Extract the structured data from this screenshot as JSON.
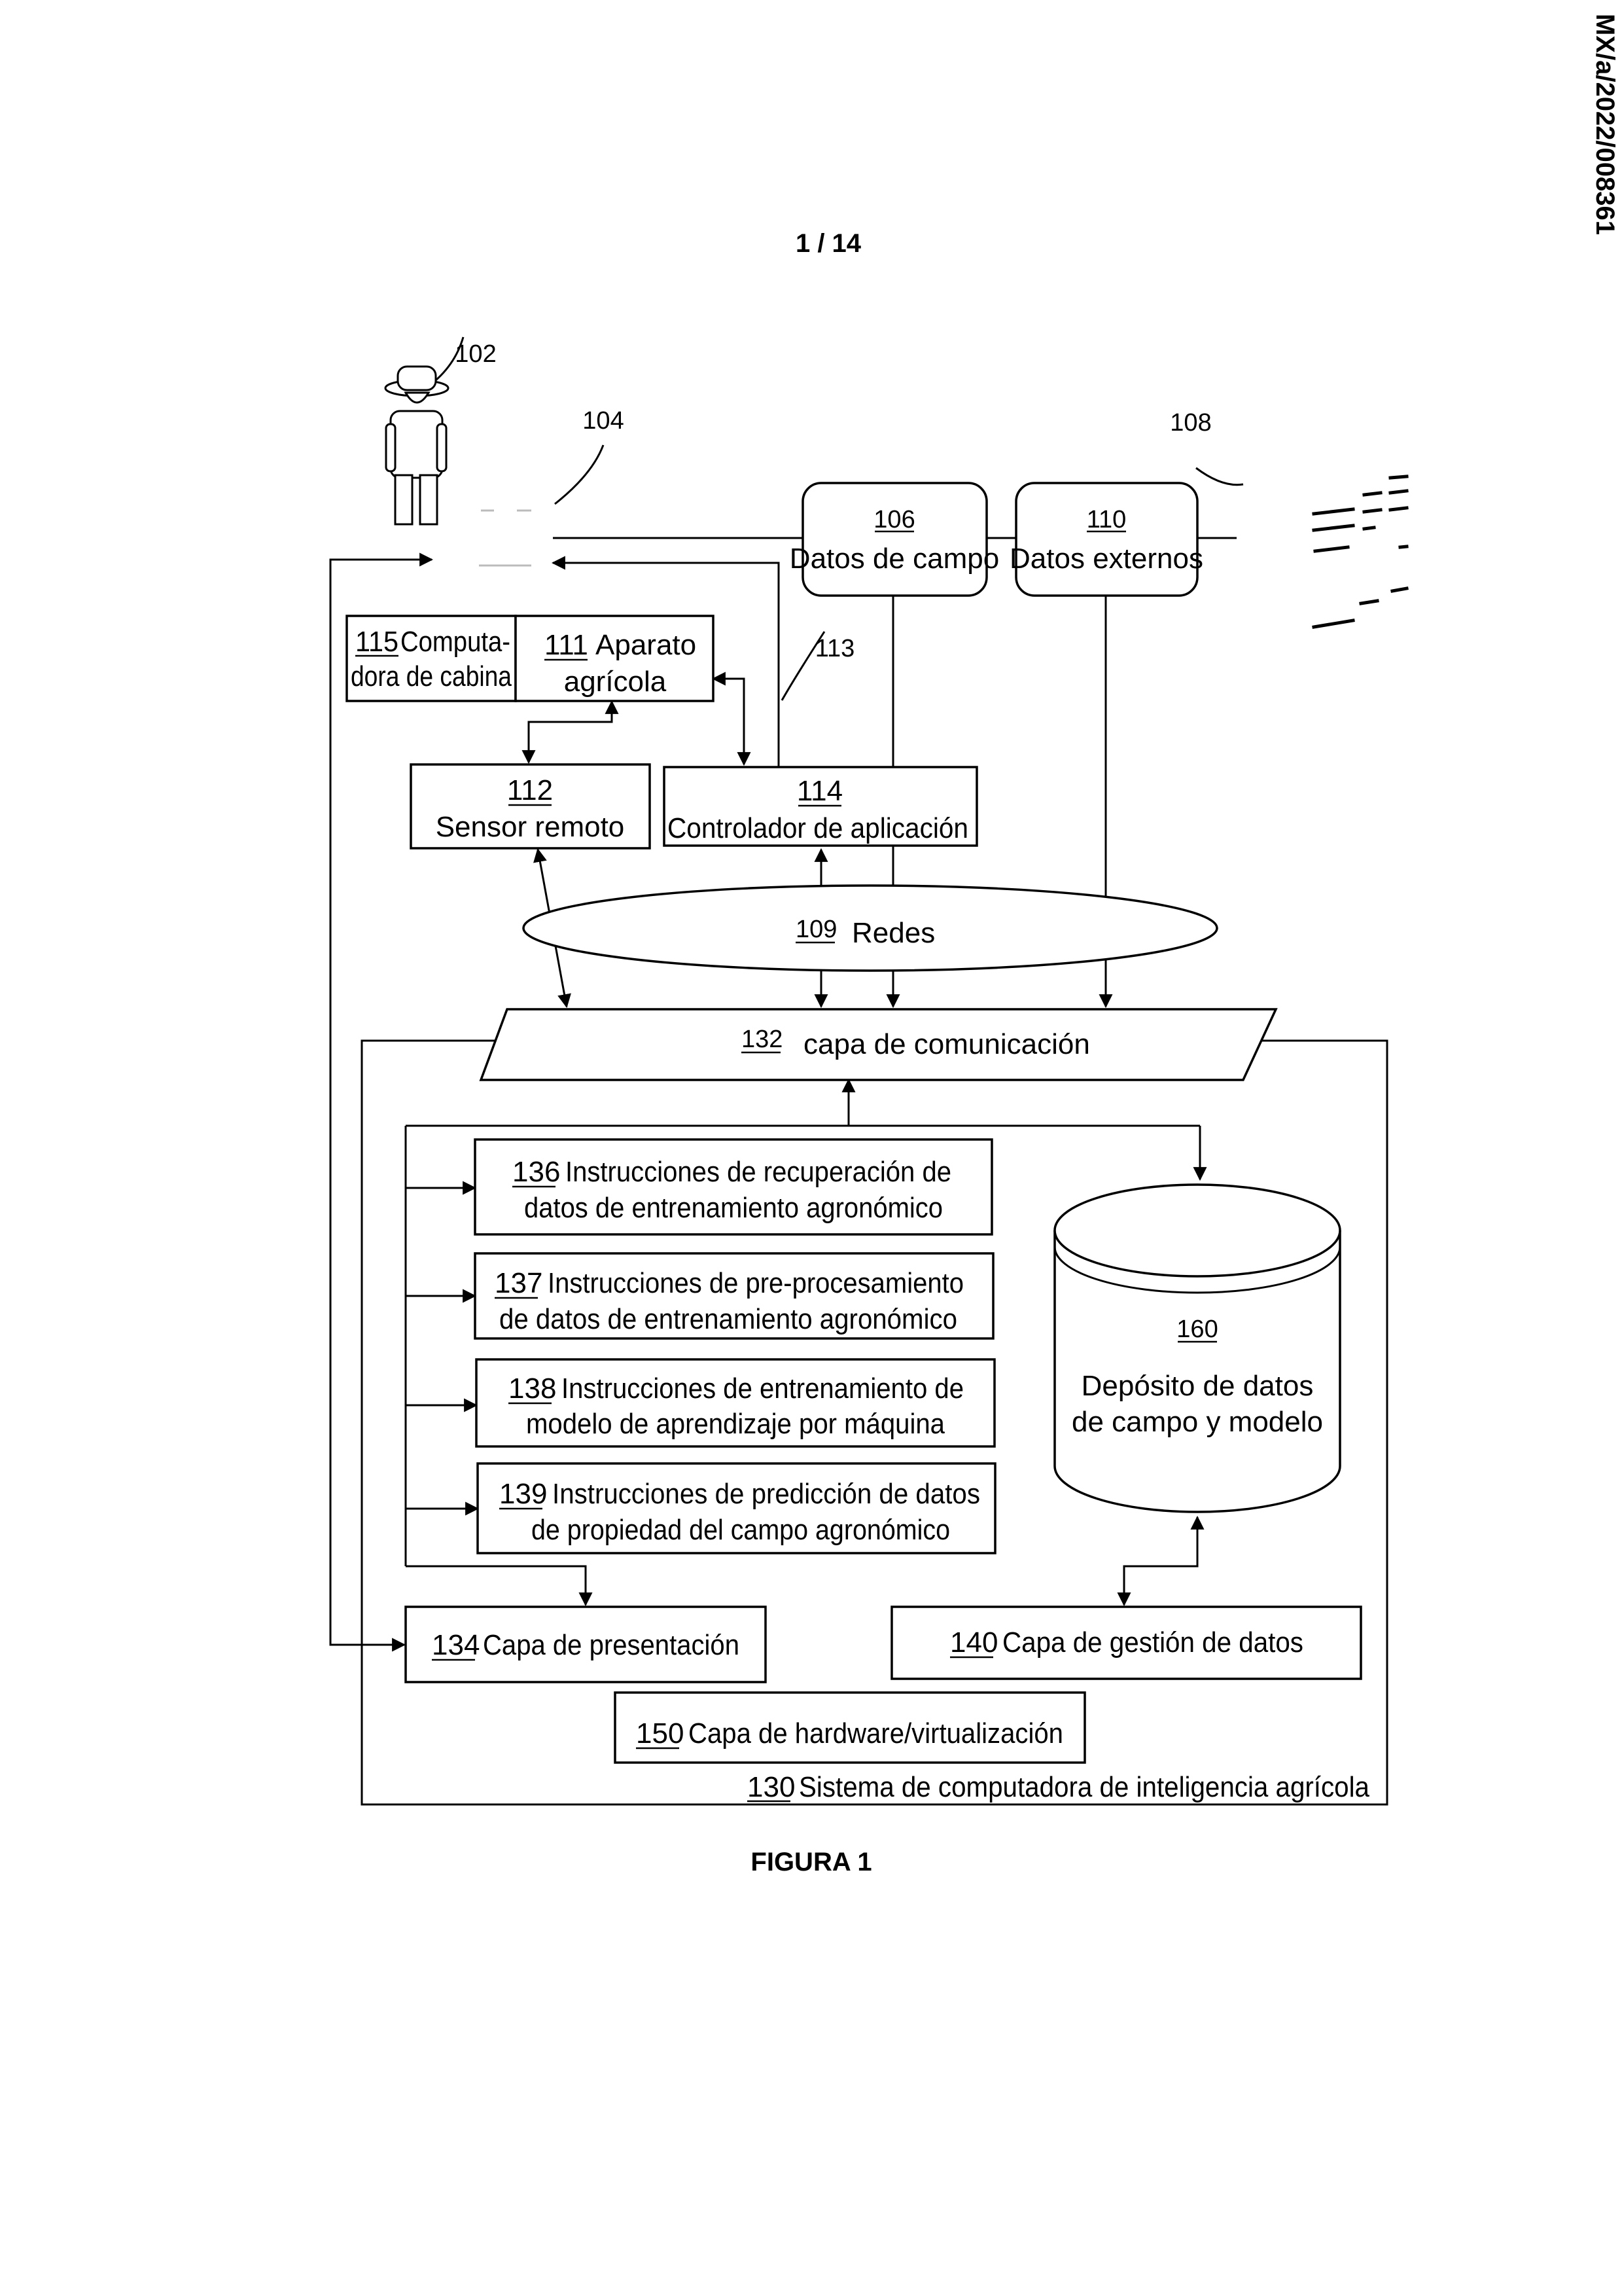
{
  "page": {
    "number": "1 / 14",
    "side_code": "MX/a/2022/008361",
    "caption": "FIGURA 1"
  },
  "diagram": {
    "refs": {
      "user": "102",
      "device": "104",
      "external_source": "108",
      "link": "113"
    },
    "field_data": {
      "num": "106",
      "label": "Datos de campo"
    },
    "external_data": {
      "num": "110",
      "label": "Datos externos"
    },
    "cab_computer": {
      "num": "115",
      "line1": "Computa-",
      "line2": "dora de cabina"
    },
    "apparatus": {
      "num": "111",
      "line1": "Aparato",
      "line2": "agrícola"
    },
    "remote_sensor": {
      "num": "112",
      "label": "Sensor remoto"
    },
    "app_controller": {
      "num": "114",
      "label": "Controlador de aplicación"
    },
    "networks": {
      "num": "109",
      "label": "Redes"
    },
    "comm_layer": {
      "num": "132",
      "label": "capa de comunicación"
    },
    "instr_136": {
      "num": "136",
      "line1": "Instrucciones de recuperación de",
      "line2": "datos de entrenamiento agronómico"
    },
    "instr_137": {
      "num": "137",
      "line1": "Instrucciones de pre-procesamiento",
      "line2": "de datos de entrenamiento agronómico"
    },
    "instr_138": {
      "num": "138",
      "line1": "Instrucciones de entrenamiento de",
      "line2": "modelo de aprendizaje por máquina"
    },
    "instr_139": {
      "num": "139",
      "line1": "Instrucciones de predicción de datos",
      "line2": "de propiedad del campo agronómico"
    },
    "repository": {
      "num": "160",
      "line1": "Depósito de datos",
      "line2": "de campo y modelo"
    },
    "presentation": {
      "num": "134",
      "label": "Capa de presentación"
    },
    "data_mgmt": {
      "num": "140",
      "label": "Capa de gestión de datos"
    },
    "hardware": {
      "num": "150",
      "label": "Capa de hardware/virtualización"
    },
    "system": {
      "num": "130",
      "label": "Sistema de computadora de inteligencia agrícola"
    }
  }
}
